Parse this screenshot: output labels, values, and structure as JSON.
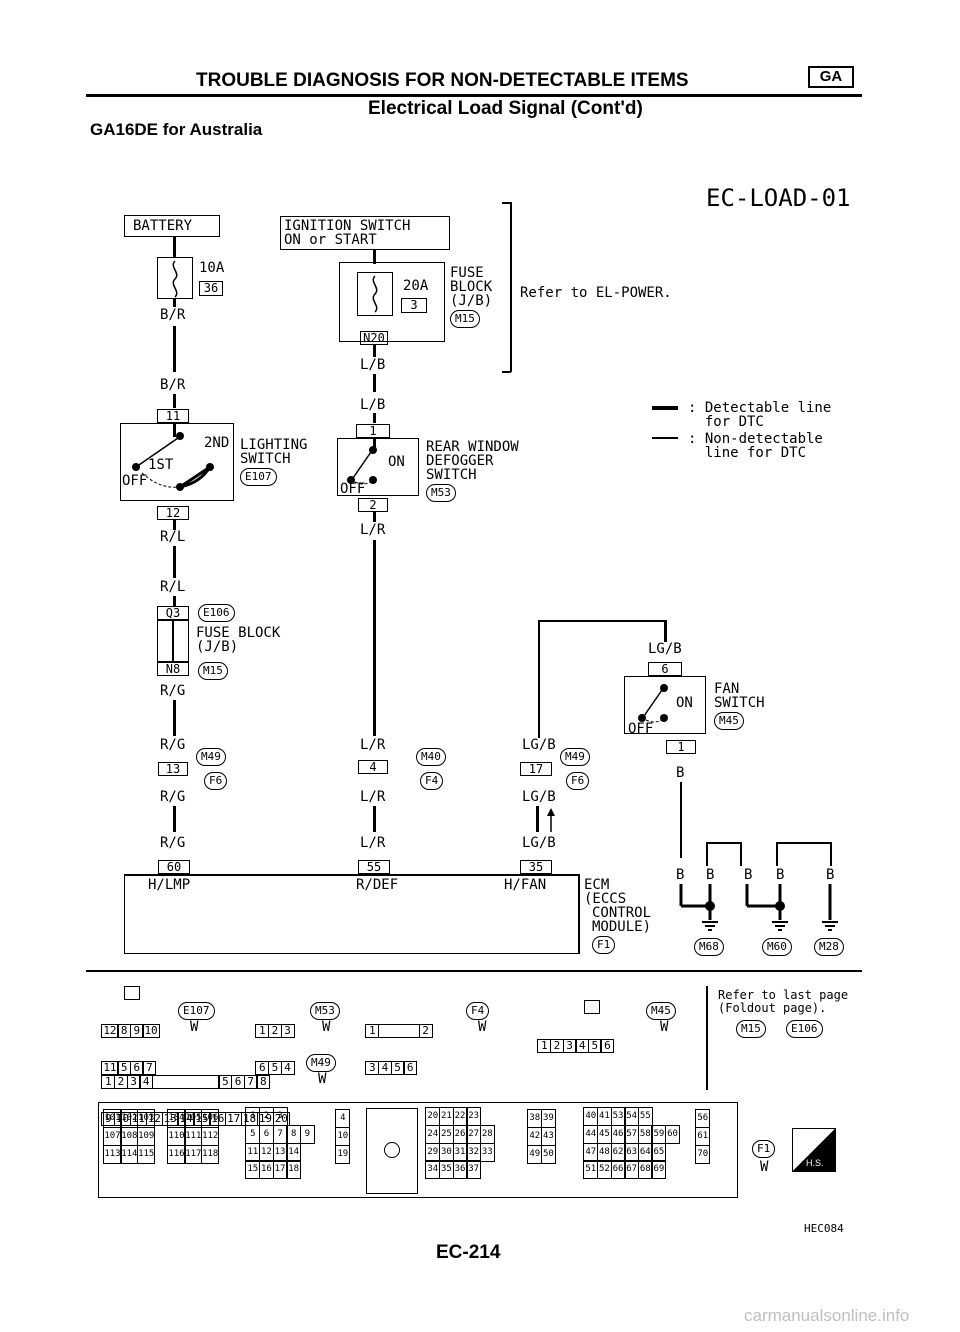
{
  "header": {
    "title": "TROUBLE DIAGNOSIS FOR NON-DETECTABLE ITEMS",
    "badge": "GA",
    "subtitle": "Electrical Load Signal (Cont'd)",
    "model": "GA16DE for Australia",
    "diagram_id": "EC-LOAD-01"
  },
  "battery": {
    "label": "BATTERY",
    "fuse_amp": "10A",
    "fuse_no": "36",
    "wire1": "B/R",
    "wire2": "B/R"
  },
  "ignition": {
    "label1": "IGNITION SWITCH",
    "label2": "ON or START",
    "fuse_amp": "20A",
    "fuse_no": "3",
    "conn": "N20",
    "block1": "FUSE",
    "block2": "BLOCK",
    "block3": "(J/B)",
    "block_conn": "M15",
    "wire1": "L/B",
    "wire2": "L/B",
    "refer": "Refer to EL-POWER."
  },
  "legend": {
    "detectable1": ": Detectable line",
    "detectable2": "  for DTC",
    "nondetectable1": ": Non-detectable",
    "nondetectable2": "  line for DTC"
  },
  "lighting": {
    "pin_top": "11",
    "pos_2nd": "2ND",
    "pos_1st": "1ST",
    "pos_off": "OFF",
    "name1": "LIGHTING",
    "name2": "SWITCH",
    "conn": "E107",
    "pin_bot": "12",
    "wire1": "R/L",
    "wire2": "R/L"
  },
  "defogger": {
    "pin_top": "1",
    "on": "ON",
    "off": "OFF",
    "name1": "REAR WINDOW",
    "name2": "DEFOGGER",
    "name3": "SWITCH",
    "conn": "M53",
    "pin_bot": "2",
    "wire1": "L/R"
  },
  "fuseblock2": {
    "pin_top": "Q3",
    "conn_top": "E106",
    "name1": "FUSE BLOCK",
    "name2": "(J/B)",
    "pin_bot": "N8",
    "conn_bot": "M15",
    "wire": "R/G"
  },
  "fan": {
    "wire_in": "LG/B",
    "pin_top": "6",
    "on": "ON",
    "off": "OFF",
    "name1": "FAN",
    "name2": "SWITCH",
    "conn": "M45",
    "pin_bot": "1",
    "wire_out": "B"
  },
  "joint1": {
    "wire_a": "R/G",
    "pin": "13",
    "conn_a": "M49",
    "conn_b": "F6",
    "wire_b": "R/G"
  },
  "joint2": {
    "wire_a": "L/R",
    "pin": "4",
    "conn_a": "M40",
    "conn_b": "F4",
    "wire_b": "L/R"
  },
  "joint3": {
    "wire_a": "LG/B",
    "pin": "17",
    "conn_a": "M49",
    "conn_b": "F6",
    "wire_b": "LG/B"
  },
  "ecm": {
    "wire_a": "R/G",
    "wire_b": "L/R",
    "wire_c": "LG/B",
    "pin_a": "60",
    "pin_b": "55",
    "pin_c": "35",
    "term_a": "H/LMP",
    "term_b": "R/DEF",
    "term_c": "H/FAN",
    "name1": "ECM",
    "name2": "(ECCS",
    "name3": "CONTROL",
    "name4": "MODULE)",
    "conn": "F1"
  },
  "grounds": {
    "wires": [
      "B",
      "B",
      "B",
      "B",
      "B"
    ],
    "conns": [
      "M68",
      "M60",
      "M28"
    ]
  },
  "connectors": {
    "c1": {
      "top": [
        "12",
        "8",
        "9",
        "10"
      ],
      "bot": [
        "11",
        "5",
        "6",
        "7"
      ],
      "name": "E107",
      "color": "W"
    },
    "c2": {
      "top": [
        "1",
        "2",
        "3"
      ],
      "bot": [
        "6",
        "5",
        "4"
      ],
      "name": "M53",
      "color": "W"
    },
    "c3": {
      "top": [
        "1",
        "",
        "2"
      ],
      "bot": [
        "3",
        "4",
        "5",
        "6"
      ],
      "name": "F4",
      "color": "W"
    },
    "c4": {
      "top": [
        "1",
        "2",
        "3",
        "4",
        "5",
        "6"
      ],
      "name": "M45",
      "color": "W"
    },
    "c5": {
      "top": [
        "1",
        "2",
        "3",
        "4",
        "5",
        "6",
        "7",
        "8"
      ],
      "bot": [
        "9",
        "10",
        "11",
        "12",
        "13",
        "14",
        "15",
        "16",
        "17",
        "18",
        "19",
        "20"
      ],
      "name": "M49",
      "color": "W"
    },
    "refer1": "Refer to last page",
    "refer2": "(Foldout page).",
    "refer_conns": [
      "M15",
      "E106"
    ],
    "ecm_name": "F1",
    "ecm_color": "W",
    "hs": "H.S."
  },
  "ecm_connector": {
    "g1": [
      [
        "101",
        "102",
        "103"
      ],
      [
        "107",
        "108",
        "109"
      ],
      [
        "113",
        "114",
        "115"
      ]
    ],
    "g2": [
      [
        "104",
        "105",
        "106"
      ],
      [
        "110",
        "111",
        "112"
      ],
      [
        "116",
        "117",
        "118"
      ]
    ],
    "g3": [
      [
        "1",
        "2",
        "3"
      ],
      [
        "5",
        "6",
        "7",
        "8",
        "9"
      ],
      [
        "11",
        "12",
        "13",
        "14"
      ],
      [
        "15",
        "16",
        "17",
        "18"
      ]
    ],
    "g4": [
      [
        "4"
      ],
      [
        "10"
      ],
      [
        "19"
      ]
    ],
    "g5": [
      [
        "20",
        "21",
        "22",
        "23"
      ],
      [
        "24",
        "25",
        "26",
        "27",
        "28"
      ],
      [
        "29",
        "30",
        "31",
        "32",
        "33"
      ],
      [
        "34",
        "35",
        "36",
        "37"
      ]
    ],
    "g6": [
      [
        "38",
        "39"
      ],
      [
        "42",
        "43"
      ],
      [
        "49",
        "50"
      ]
    ],
    "g7": [
      [
        "40",
        "41",
        "53",
        "54",
        "55"
      ],
      [
        "44",
        "45",
        "46",
        "57",
        "58",
        "59",
        "60"
      ],
      [
        "47",
        "48",
        "62",
        "63",
        "64",
        "65"
      ],
      [
        "51",
        "52",
        "66",
        "67",
        "68",
        "69"
      ]
    ],
    "g8": [
      [
        "56"
      ],
      [
        "61"
      ],
      [
        "70"
      ]
    ]
  },
  "footer": {
    "code": "HEC084",
    "page": "EC-214",
    "watermark": "carmanualsonline.info"
  }
}
